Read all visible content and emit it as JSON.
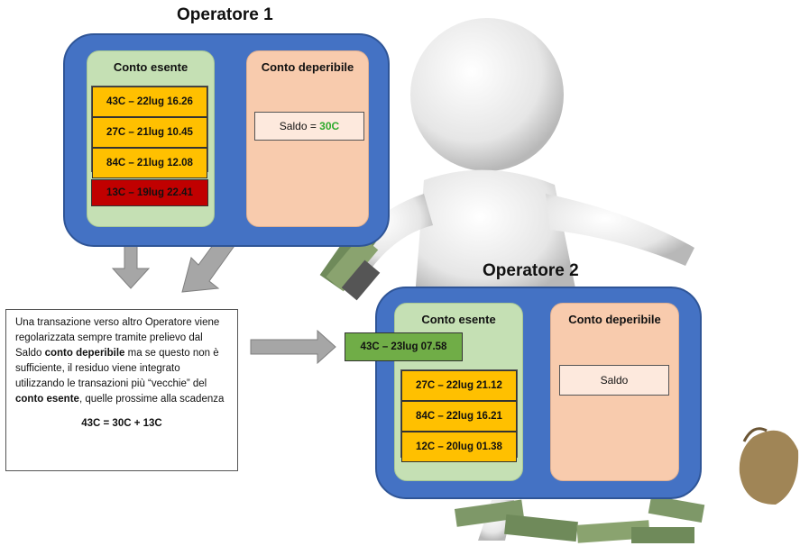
{
  "operator1": {
    "title": "Operatore 1",
    "exempt_account": {
      "title": "Conto esente",
      "transactions": [
        "43C – 22lug 16.26",
        "27C – 21lug 10.45",
        "84C – 21lug 12.08"
      ],
      "expiring_transaction": "13C – 19lug 22.41"
    },
    "perishable_account": {
      "title": "Conto deperibile",
      "saldo_label": "Saldo = ",
      "saldo_value": "30C"
    }
  },
  "operator2": {
    "title": "Operatore 2",
    "incoming_transaction": "43C – 23lug 07.58",
    "exempt_account": {
      "title": "Conto esente",
      "transactions": [
        "27C – 22lug 21.12",
        "84C – 22lug 16.21",
        "12C – 20lug 01.38"
      ]
    },
    "perishable_account": {
      "title": "Conto deperibile",
      "saldo_label": "Saldo"
    }
  },
  "note": {
    "text_1": "Una transazione verso altro Operatore viene regolarizzata sempre tramite prelievo dal Saldo ",
    "bold_1": "conto deperibile",
    "text_2": " ma se questo non è sufficiente, il residuo viene integrato utilizzando le transazioni più “vecchie” del ",
    "bold_2": "conto esente",
    "text_3": ", quelle prossime alla scadenza",
    "equation": "43C = 30C + 13C"
  },
  "colors": {
    "panel_blue": "#4472c4",
    "exempt_green": "#c5e0b4",
    "perishable_peach": "#f8cbad",
    "tx_yellow": "#ffc000",
    "tx_red": "#c00000",
    "tx_incoming_green": "#70ad47",
    "arrow_gray": "#a6a6a6"
  }
}
